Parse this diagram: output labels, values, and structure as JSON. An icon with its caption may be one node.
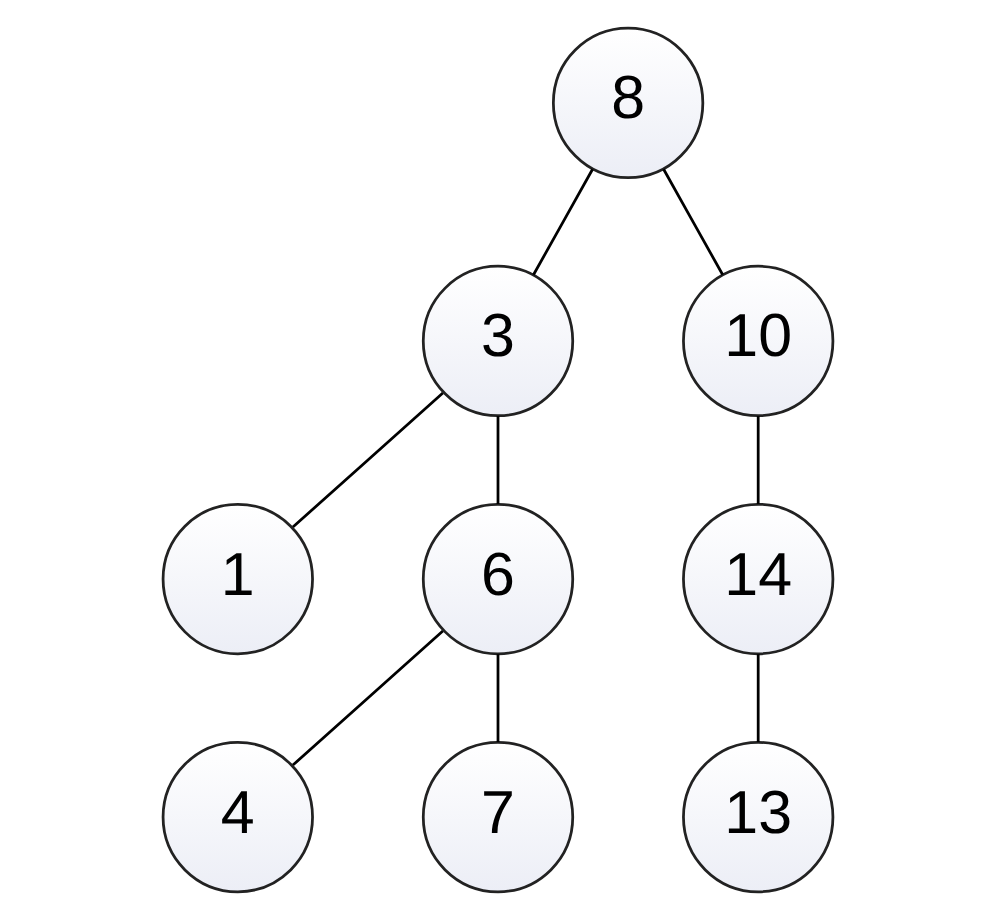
{
  "diagram": {
    "nodes": [
      {
        "text": [
          "8"
        ]
      },
      {
        "text": [
          "3"
        ]
      },
      {
        "text": [
          "10"
        ]
      },
      {
        "text": [
          "1"
        ]
      },
      {
        "text": [
          "6"
        ]
      },
      {
        "text": [
          "14"
        ]
      },
      {
        "text": [
          "4"
        ]
      },
      {
        "text": [
          "7"
        ]
      },
      {
        "text": [
          "13"
        ]
      }
    ],
    "edges": [
      {
        "from": 0,
        "to": 1,
        "arrow": "none"
      },
      {
        "from": 0,
        "to": 2,
        "arrow": "none"
      },
      {
        "from": 1,
        "to": 3,
        "arrow": "none"
      },
      {
        "from": 1,
        "to": 4,
        "arrow": "none"
      },
      {
        "from": 2,
        "to": 5,
        "arrow": "none"
      },
      {
        "from": 4,
        "to": 6,
        "arrow": "none"
      },
      {
        "from": 4,
        "to": 7,
        "arrow": "none"
      },
      {
        "from": 5,
        "to": 8,
        "arrow": "none"
      }
    ]
  }
}
